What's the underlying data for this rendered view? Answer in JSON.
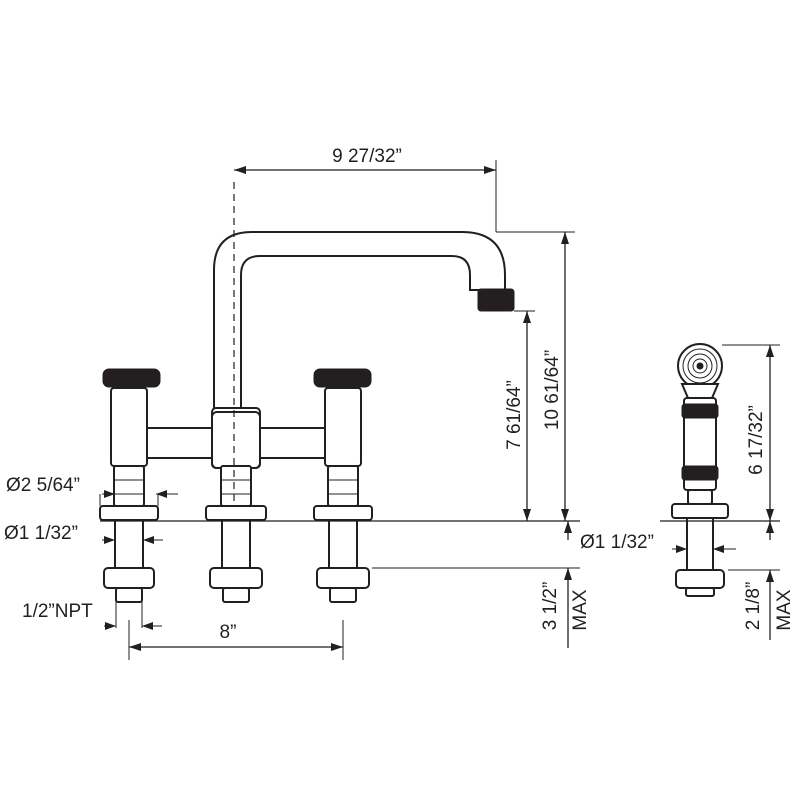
{
  "dimensions": {
    "spout_reach": "9 27/32”",
    "spout_height": "7 61/64”",
    "overall_height": "10 61/64”",
    "handle_base_dia": "Ø2 5/64”",
    "shank_dia": "Ø1 1/32”",
    "npt": "1/2”NPT",
    "center_spread": "8”",
    "max_deck": "3 1/2”",
    "max_deck_unit": "MAX",
    "spray_height": "6 17/32”",
    "spray_shank_dia": "Ø1 1/32”",
    "spray_max_deck": "2 1/8”",
    "spray_max_deck_unit": "MAX"
  },
  "colors": {
    "line": "#231f20",
    "background": "#ffffff"
  }
}
